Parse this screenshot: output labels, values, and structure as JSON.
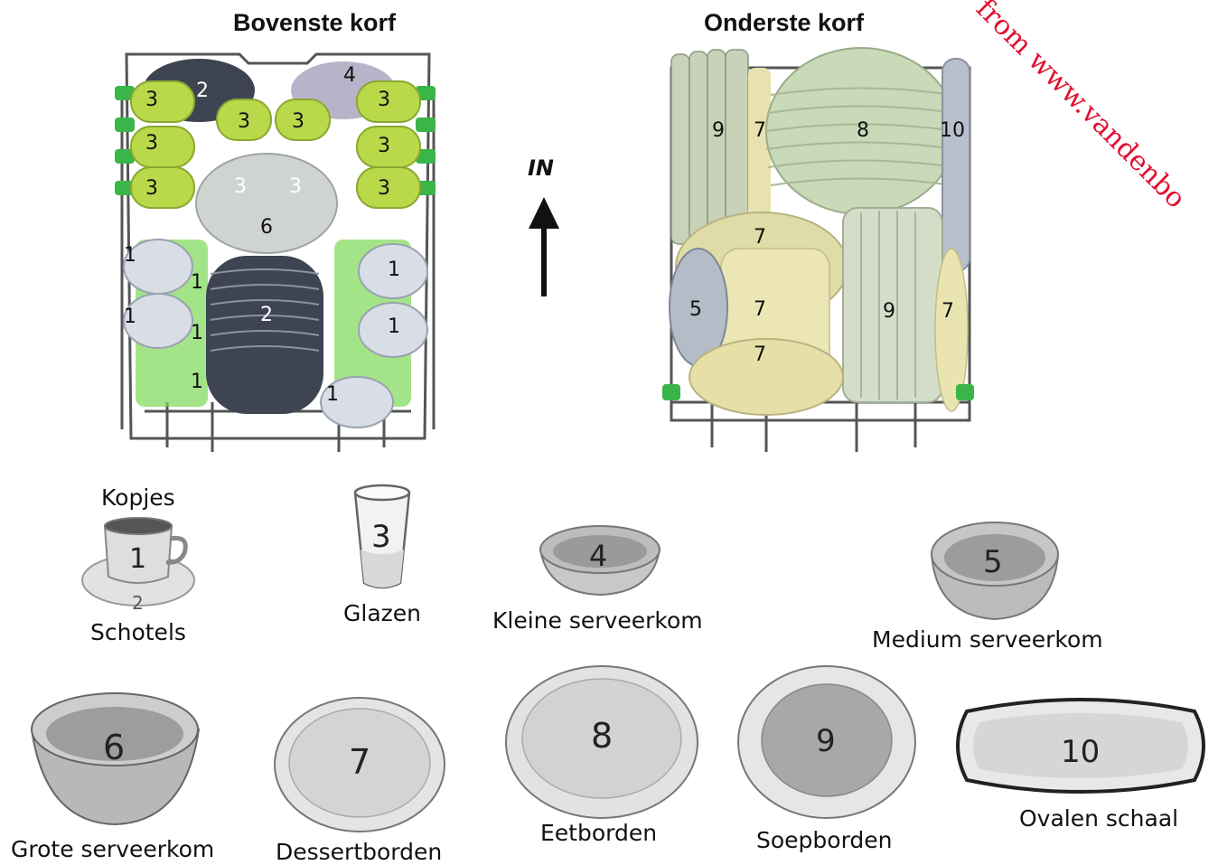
{
  "upper_rack": {
    "title": "Bovenste korf",
    "numbers": [
      "2",
      "4",
      "3",
      "3",
      "3",
      "3",
      "3",
      "3",
      "3",
      "3",
      "3",
      "3",
      "6",
      "1",
      "1",
      "1",
      "1",
      "1",
      "1",
      "1",
      "1",
      "2"
    ]
  },
  "lower_rack": {
    "title": "Onderste korf",
    "numbers": [
      "9",
      "7",
      "8",
      "10",
      "7",
      "5",
      "7",
      "9",
      "7",
      "7"
    ]
  },
  "direction_label": "IN",
  "items": [
    {
      "num": "1",
      "label": "Kopjes"
    },
    {
      "num": "2",
      "label": "Schotels"
    },
    {
      "num": "3",
      "label": "Glazen"
    },
    {
      "num": "4",
      "label": "Kleine serveerkom"
    },
    {
      "num": "5",
      "label": "Medium serveerkom"
    },
    {
      "num": "6",
      "label": "Grote serveerkom"
    },
    {
      "num": "7",
      "label": "Dessertborden"
    },
    {
      "num": "8",
      "label": "Eetborden"
    },
    {
      "num": "9",
      "label": "Soepborden"
    },
    {
      "num": "10",
      "label": "Ovalen schaal"
    }
  ],
  "watermark": "from www.vandenbo",
  "colors": {
    "basket_green": "#b9d94a",
    "clip_green": "#39b54a",
    "plate_dark": "#3e4452",
    "glass": "#c8ccc8",
    "watermark_red": "#e0102f"
  }
}
